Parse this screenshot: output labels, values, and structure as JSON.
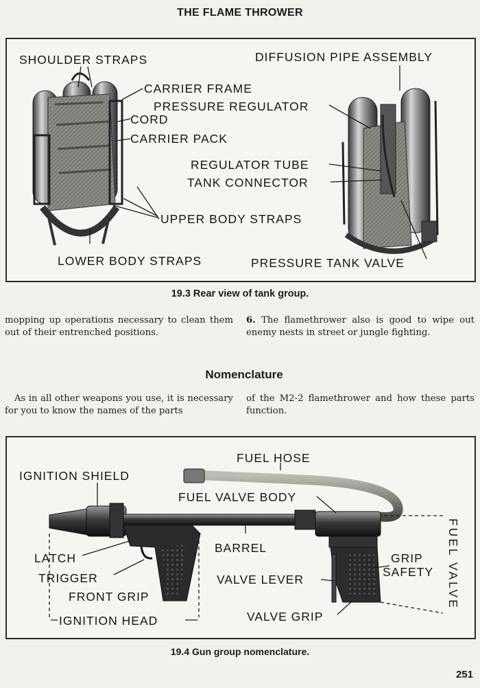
{
  "header": {
    "title": "THE FLAME THROWER"
  },
  "figure1": {
    "labels": {
      "shoulder_straps": "SHOULDER STRAPS",
      "diffusion_pipe_assembly": "DIFFUSION PIPE ASSEMBLY",
      "carrier_frame": "CARRIER FRAME",
      "pressure_regulator": "PRESSURE REGULATOR",
      "cord": "CORD",
      "carrier_pack": "CARRIER PACK",
      "regulator_tube": "REGULATOR TUBE",
      "tank_connector": "TANK CONNECTOR",
      "upper_body_straps": "UPPER BODY STRAPS",
      "lower_body_straps": "LOWER BODY STRAPS",
      "pressure_tank_valve": "PRESSURE TANK VALVE"
    },
    "caption": "19.3  Rear view of tank group."
  },
  "body": {
    "para_left_1": "mopping up operations necessary to clean them out of their entrenched positions.",
    "para_right_num": "6.",
    "para_right_1": "The flamethrower also is good to wipe out enemy nests in street or jungle fighting.",
    "section_heading": "Nomenclature",
    "para_left_2": "As in all other weapons you use, it is necessary for you to know the names of the parts",
    "para_right_2": "of the M2-2 flamethrower and how these parts function."
  },
  "figure2": {
    "labels": {
      "fuel_hose": "FUEL HOSE",
      "ignition_shield": "IGNITION SHIELD",
      "fuel_valve_body": "FUEL VALVE BODY",
      "barrel": "BARREL",
      "latch": "LATCH",
      "grip_safety_1": "GRIP",
      "grip_safety_2": "SAFETY",
      "trigger": "TRIGGER",
      "valve_lever": "VALVE LEVER",
      "front_grip": "FRONT GRIP",
      "fuel_valve": "FUEL VALVE",
      "ignition_head": "IGNITION HEAD",
      "valve_grip": "VALVE GRIP"
    },
    "caption": "19.4  Gun group nomenclature."
  },
  "page_number": "251",
  "colors": {
    "ink": "#1b1b1b",
    "paper": "#f3f1ec",
    "metal_dark": "#2c2c2c",
    "metal_mid": "#777777",
    "metal_light": "#bdbdbd"
  }
}
